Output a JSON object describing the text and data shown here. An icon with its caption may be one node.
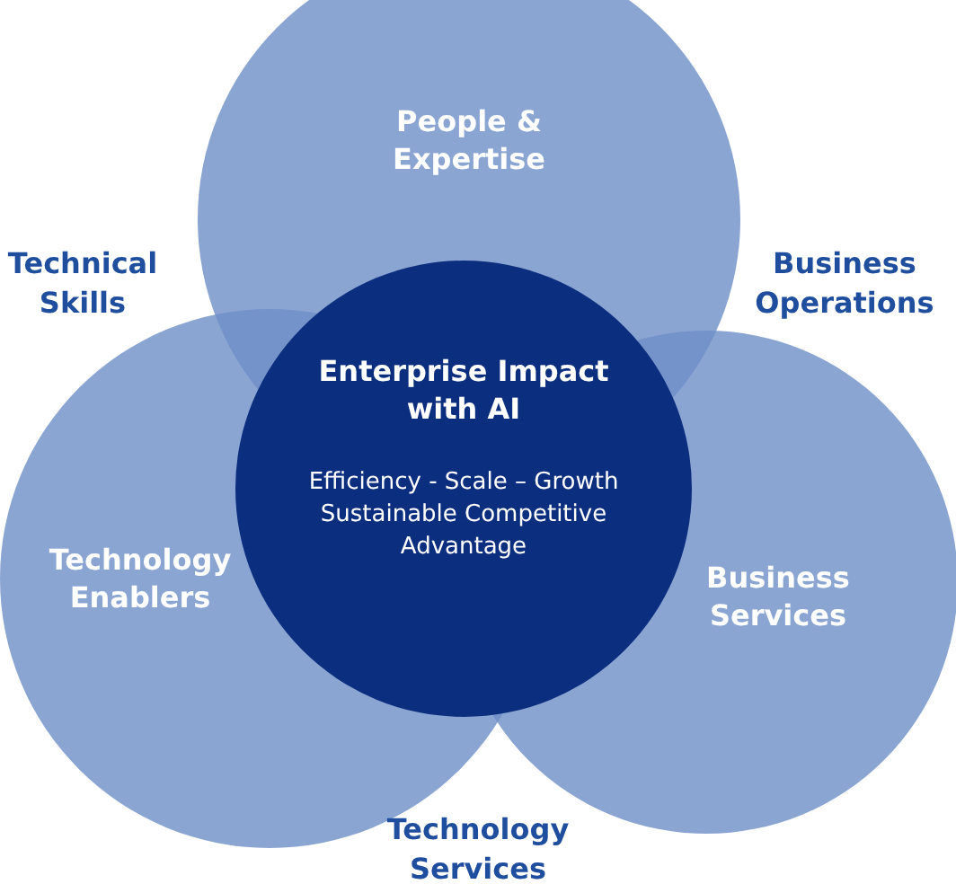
{
  "diagram": {
    "nodes": [
      {
        "text": [
          "People & Expertise"
        ]
      },
      {
        "text": [
          "Technology Enablers"
        ]
      },
      {
        "text": [
          "Business Services"
        ]
      },
      {
        "text": [
          "Enterprise Impact with AI",
          "Efficiency - Scale – Growth Sustainable Competitive Advantage"
        ]
      }
    ],
    "labels": [
      "Technical Skills",
      "Business Operations",
      "Technology Services"
    ]
  }
}
